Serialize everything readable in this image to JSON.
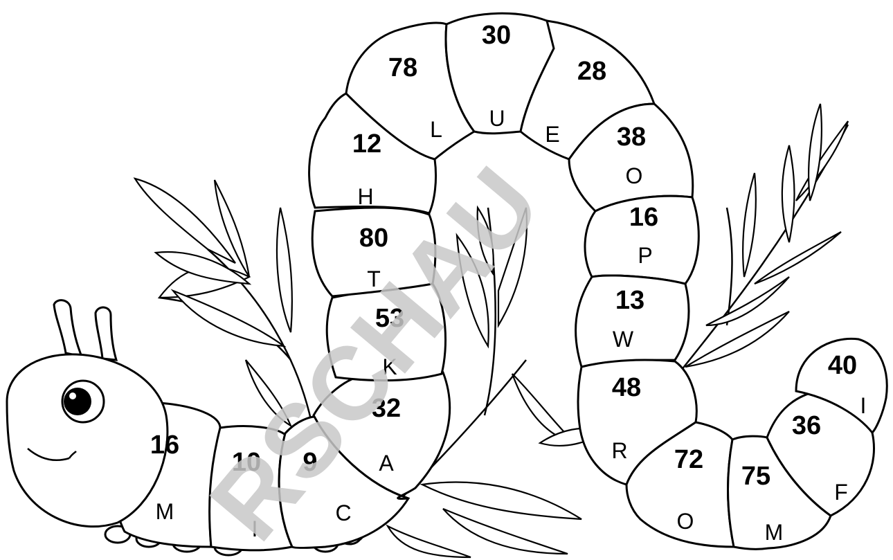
{
  "watermark": "RSCHAU",
  "segments": [
    {
      "id": "seg-1",
      "number": "16",
      "letter": "M"
    },
    {
      "id": "seg-2",
      "number": "10",
      "letter": "I"
    },
    {
      "id": "seg-3",
      "number": "9",
      "letter": "C"
    },
    {
      "id": "seg-4",
      "number": "32",
      "letter": "A"
    },
    {
      "id": "seg-5",
      "number": "53",
      "letter": "K"
    },
    {
      "id": "seg-6",
      "number": "80",
      "letter": "T"
    },
    {
      "id": "seg-7",
      "number": "12",
      "letter": "H"
    },
    {
      "id": "seg-8",
      "number": "78",
      "letter": "L"
    },
    {
      "id": "seg-9",
      "number": "30",
      "letter": "U"
    },
    {
      "id": "seg-10",
      "number": "28",
      "letter": "E"
    },
    {
      "id": "seg-11",
      "number": "38",
      "letter": "O"
    },
    {
      "id": "seg-12",
      "number": "16",
      "letter": "P"
    },
    {
      "id": "seg-13",
      "number": "13",
      "letter": "W"
    },
    {
      "id": "seg-14",
      "number": "48",
      "letter": "R"
    },
    {
      "id": "seg-15",
      "number": "72",
      "letter": "O"
    },
    {
      "id": "seg-16",
      "number": "75",
      "letter": "M"
    },
    {
      "id": "seg-17",
      "number": "36",
      "letter": "F"
    },
    {
      "id": "seg-18",
      "number": "40",
      "letter": "I"
    }
  ]
}
